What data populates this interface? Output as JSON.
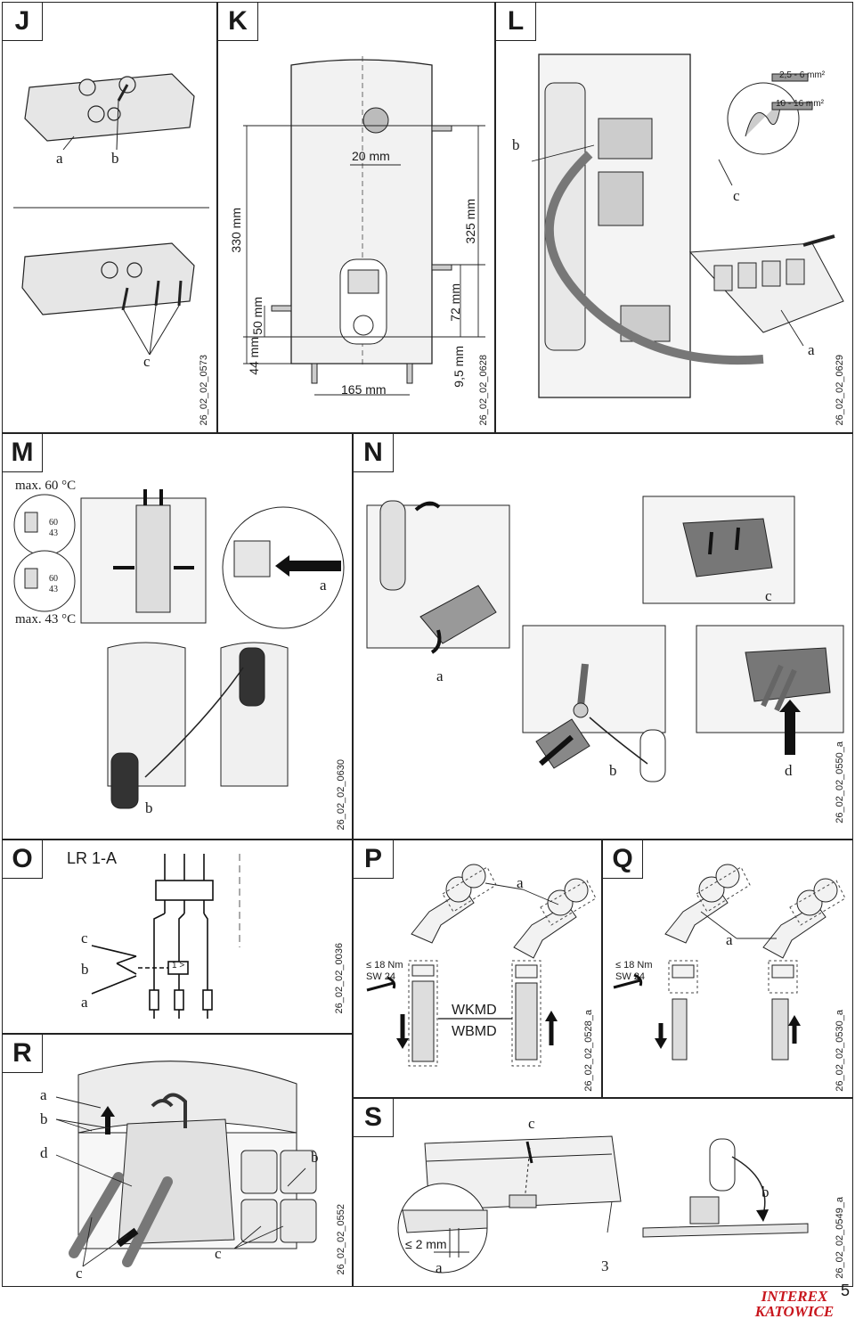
{
  "panels": {
    "J": {
      "letter": "J",
      "code": "26_02_02_0573",
      "labels": [
        "a",
        "b",
        "c"
      ]
    },
    "K": {
      "letter": "K",
      "code": "26_02_02_0628",
      "dims": [
        "20 mm",
        "330 mm",
        "325 mm",
        "72 mm",
        "50 mm",
        "44 mm",
        "9,5 mm",
        "165 mm"
      ]
    },
    "L": {
      "letter": "L",
      "code": "26_02_02_0629",
      "labels": [
        "b",
        "c",
        "a"
      ],
      "wire1": "2,5 - 6 mm²",
      "wire2": "10 - 16 mm²"
    },
    "M": {
      "letter": "M",
      "code": "26_02_02_0630",
      "max60": "max. 60 °C",
      "max43": "max. 43 °C",
      "sw60a": "60",
      "sw43a": "43",
      "sw60b": "60",
      "sw43b": "43",
      "labels": [
        "a",
        "b"
      ]
    },
    "N": {
      "letter": "N",
      "code": "26_02_02_0550_a",
      "labels": [
        "a",
        "c",
        "a",
        "b",
        "d"
      ]
    },
    "O": {
      "letter": "O",
      "code": "26_02_02_0036",
      "title": "LR 1-A",
      "relay": "1 >",
      "labels": [
        "c",
        "b",
        "a"
      ]
    },
    "P": {
      "letter": "P",
      "code": "26_02_02_0528_a",
      "torque": "≤ 18 Nm",
      "sw": "SW 24",
      "wkmd": "WKMD",
      "wbmd": "WBMD",
      "labels": [
        "a"
      ]
    },
    "Q": {
      "letter": "Q",
      "code": "26_02_02_0530_a",
      "torque": "≤ 18 Nm",
      "sw": "SW 24",
      "labels": [
        "a"
      ]
    },
    "R": {
      "letter": "R",
      "code": "26_02_02_0552",
      "labels": [
        "a",
        "b",
        "d",
        "c",
        "b",
        "c"
      ]
    },
    "S": {
      "letter": "S",
      "code": "26_02_02_0549_a",
      "gap": "≤ 2 mm",
      "labels": [
        "c",
        "a",
        "3",
        "b"
      ]
    }
  },
  "page_number": "5",
  "logo": {
    "line1": "INTEREX",
    "line2": "KATOWICE"
  }
}
